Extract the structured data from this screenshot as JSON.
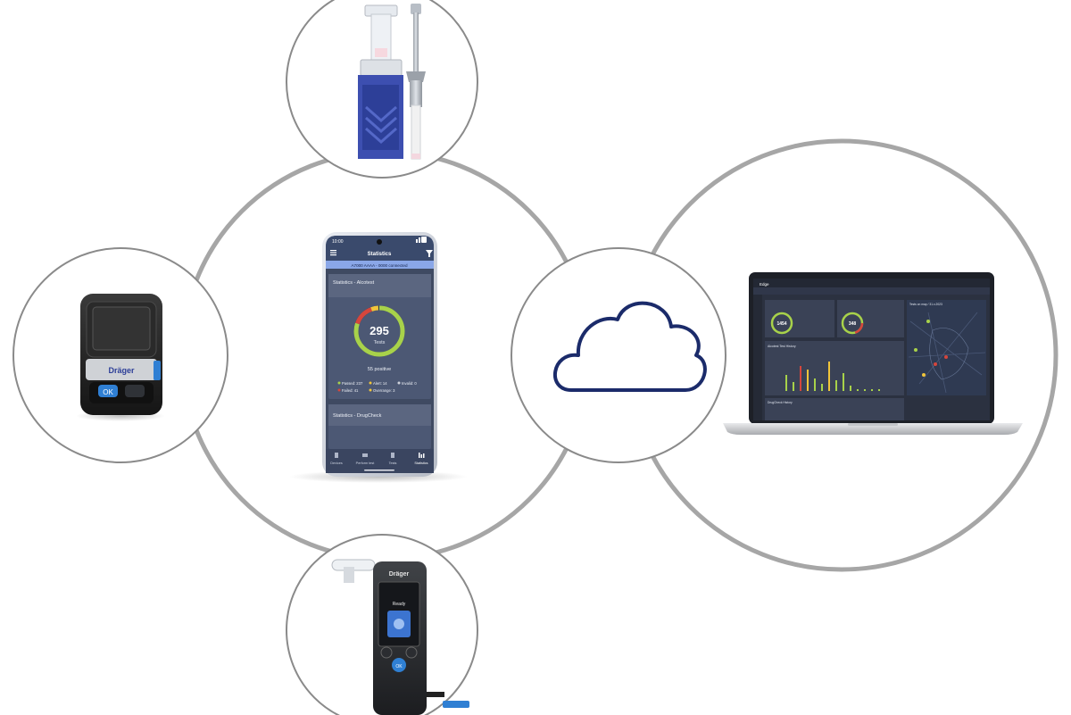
{
  "colors": {
    "ring": "#9a9a9a",
    "ring_inner": "#7a7a7a",
    "cloud": "#1b2b6a",
    "phone_header": "#3a4a6c",
    "phone_banner": "#8aa7e8",
    "phone_body": "#3f4a62",
    "phone_card": "#4c5874",
    "gauge_green": "#a8d24a",
    "gauge_red": "#d5463c",
    "gauge_yellow": "#f1c53a",
    "drager_blue": "#3a4fb8"
  },
  "phone": {
    "time": "10:00",
    "title": "Statistics",
    "banner": "A7000 AAAA - 0000 connected",
    "card1_title": "Statistics - Alcotest",
    "gauge_value": "295",
    "gauge_label": "Tests",
    "positive": "55 positive",
    "stats": {
      "passed": "Passed: 237",
      "alert": "Alert: 14",
      "invalid": "Invalid: 0",
      "failed": "Failed: 41",
      "overrange": "Overrange: 3"
    },
    "card2_title": "Statistics - DrugCheck",
    "nav": [
      "Devices",
      "Perform test",
      "Tests",
      "Statistics"
    ]
  },
  "printer": {
    "brand": "Dräger",
    "ok_label": "OK"
  },
  "breathalyzer": {
    "brand": "Dräger",
    "status": "Ready",
    "ok_label": "OK"
  },
  "laptop": {
    "app_title": "Edge",
    "alcotest_value": "1454",
    "drugcheck_value": "348",
    "chart_title": "Alcotest Test History",
    "map_title": "Tests on map / 31.x.2023",
    "history_title": "DrugCheck History"
  },
  "icons": [
    "hamburger-icon",
    "filter-icon",
    "camera-icon",
    "signal-icon",
    "cloud-icon"
  ]
}
